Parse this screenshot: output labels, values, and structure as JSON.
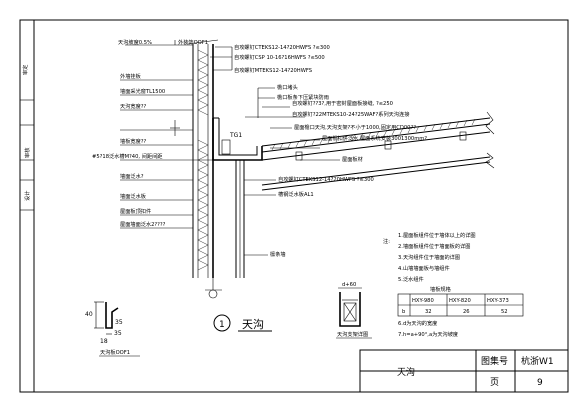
{
  "side_strip": {
    "labels": [
      "审定",
      "审核",
      "设计"
    ]
  },
  "callouts": {
    "top": "外装饰OOF1",
    "left": [
      "天沟坡度0.5%",
      "外墙挂板",
      "墙面采光窗TL1500",
      "天沟宽度??",
      "墙板宽度??",
      "#5?18泛水槽M?40, 间距间距",
      "墙面泛水?",
      "墙面泛水板",
      "屋面板顶扣件",
      "屋面墙面泛水2????"
    ],
    "right": [
      "自攻螺钉CTEKS12-14?20HWFS ?≤300",
      "自攻螺钉CSP 10-16?16HWFS ?≤500",
      "自攻螺钉MTEKS12-14?20HWFS",
      "檐口堵头",
      "檐口板条下压紧块防雨",
      "自攻螺钉??3?,用于密封屋面板接缝,  ?≤250",
      "自攻螺钉?22MTEKS10-24?25WAF?系列天沟连接",
      "屋面檐口天沟,天沟支架?不小于1000,固定用CD00??",
      "屋面板扣件泛水,屋面系统安装3001300mm?",
      "屋面板材",
      "自攻螺钉CTEKS12-14?20HWFS ?≤300",
      "槽钢泛水板AL1",
      "檩条墙"
    ],
    "tg": "TG1"
  },
  "notes": {
    "lead": "注:",
    "items": [
      "1.屋面板组件位于墙体以上的详图",
      "2.墙面板组件位于墙面板的详图",
      "3.天沟组件位于墙面的详图",
      "4.山墙墙面板与墙组件",
      "5.泛水组件"
    ],
    "table_title": "墙板规格",
    "table_headers": [
      "HXY-980",
      "HXY-820",
      "HXY-373"
    ],
    "table_values": [
      "32",
      "26",
      "52"
    ],
    "row_label": "b",
    "extra": [
      "6.d为天沟的宽度",
      "7.h=a+90°,a为天沟坡度"
    ]
  },
  "profile": {
    "dims": [
      "40",
      "35",
      "18",
      "35"
    ],
    "label": "天沟板OOF1"
  },
  "section_detail": {
    "dim": "d+60",
    "label": "天沟支架详图"
  },
  "detail": {
    "number": "1",
    "name": "天沟"
  },
  "title_block": {
    "title": "天沟",
    "atlas_label": "图集号",
    "atlas_value": "杭浙W1",
    "page_label": "页",
    "page_value": "9"
  }
}
